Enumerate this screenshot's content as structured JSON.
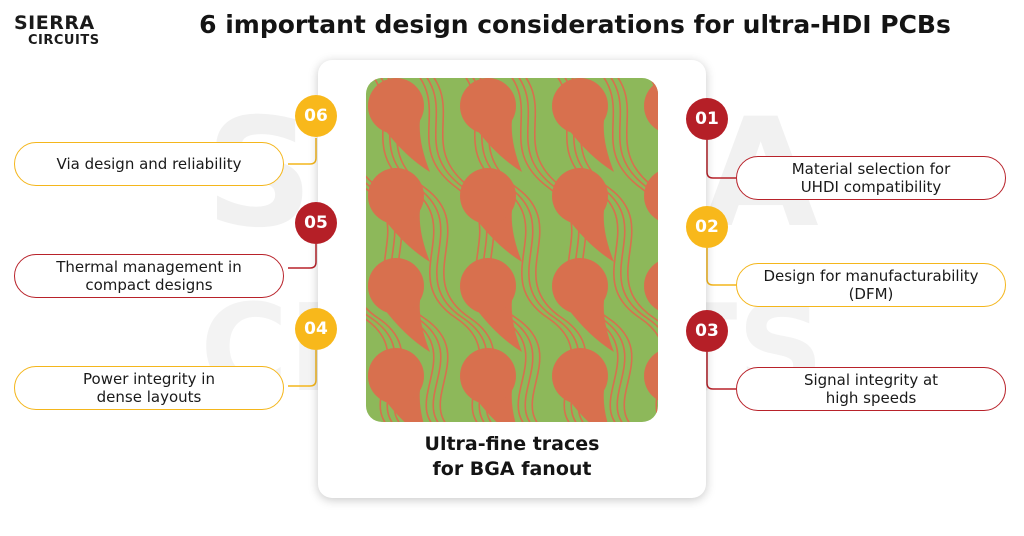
{
  "brand": {
    "line1": "SIERRA",
    "line2": "CIRCUITS",
    "watermark1": "SIERRA",
    "watermark2": "CIRCUITS"
  },
  "title": "6 important design considerations for ultra-HDI PCBs",
  "center": {
    "caption_line1": "Ultra-fine traces",
    "caption_line2": "for BGA fanout"
  },
  "colors": {
    "yellow": "#f8b81b",
    "red": "#b51f27",
    "board_green": "#8db85a",
    "pad_orange": "#d8704e"
  },
  "items": [
    {
      "num": "01",
      "line1": "Material selection for",
      "line2": "UHDI compatibility",
      "color": "red"
    },
    {
      "num": "02",
      "line1": "Design for manufacturability",
      "line2": "(DFM)",
      "color": "yellow"
    },
    {
      "num": "03",
      "line1": "Signal integrity at",
      "line2": "high speeds",
      "color": "red"
    },
    {
      "num": "04",
      "line1": "Power integrity in",
      "line2": "dense layouts",
      "color": "yellow"
    },
    {
      "num": "05",
      "line1": "Thermal management in",
      "line2": "compact designs",
      "color": "red"
    },
    {
      "num": "06",
      "line1": "Via design and reliability",
      "line2": "",
      "color": "yellow"
    }
  ]
}
